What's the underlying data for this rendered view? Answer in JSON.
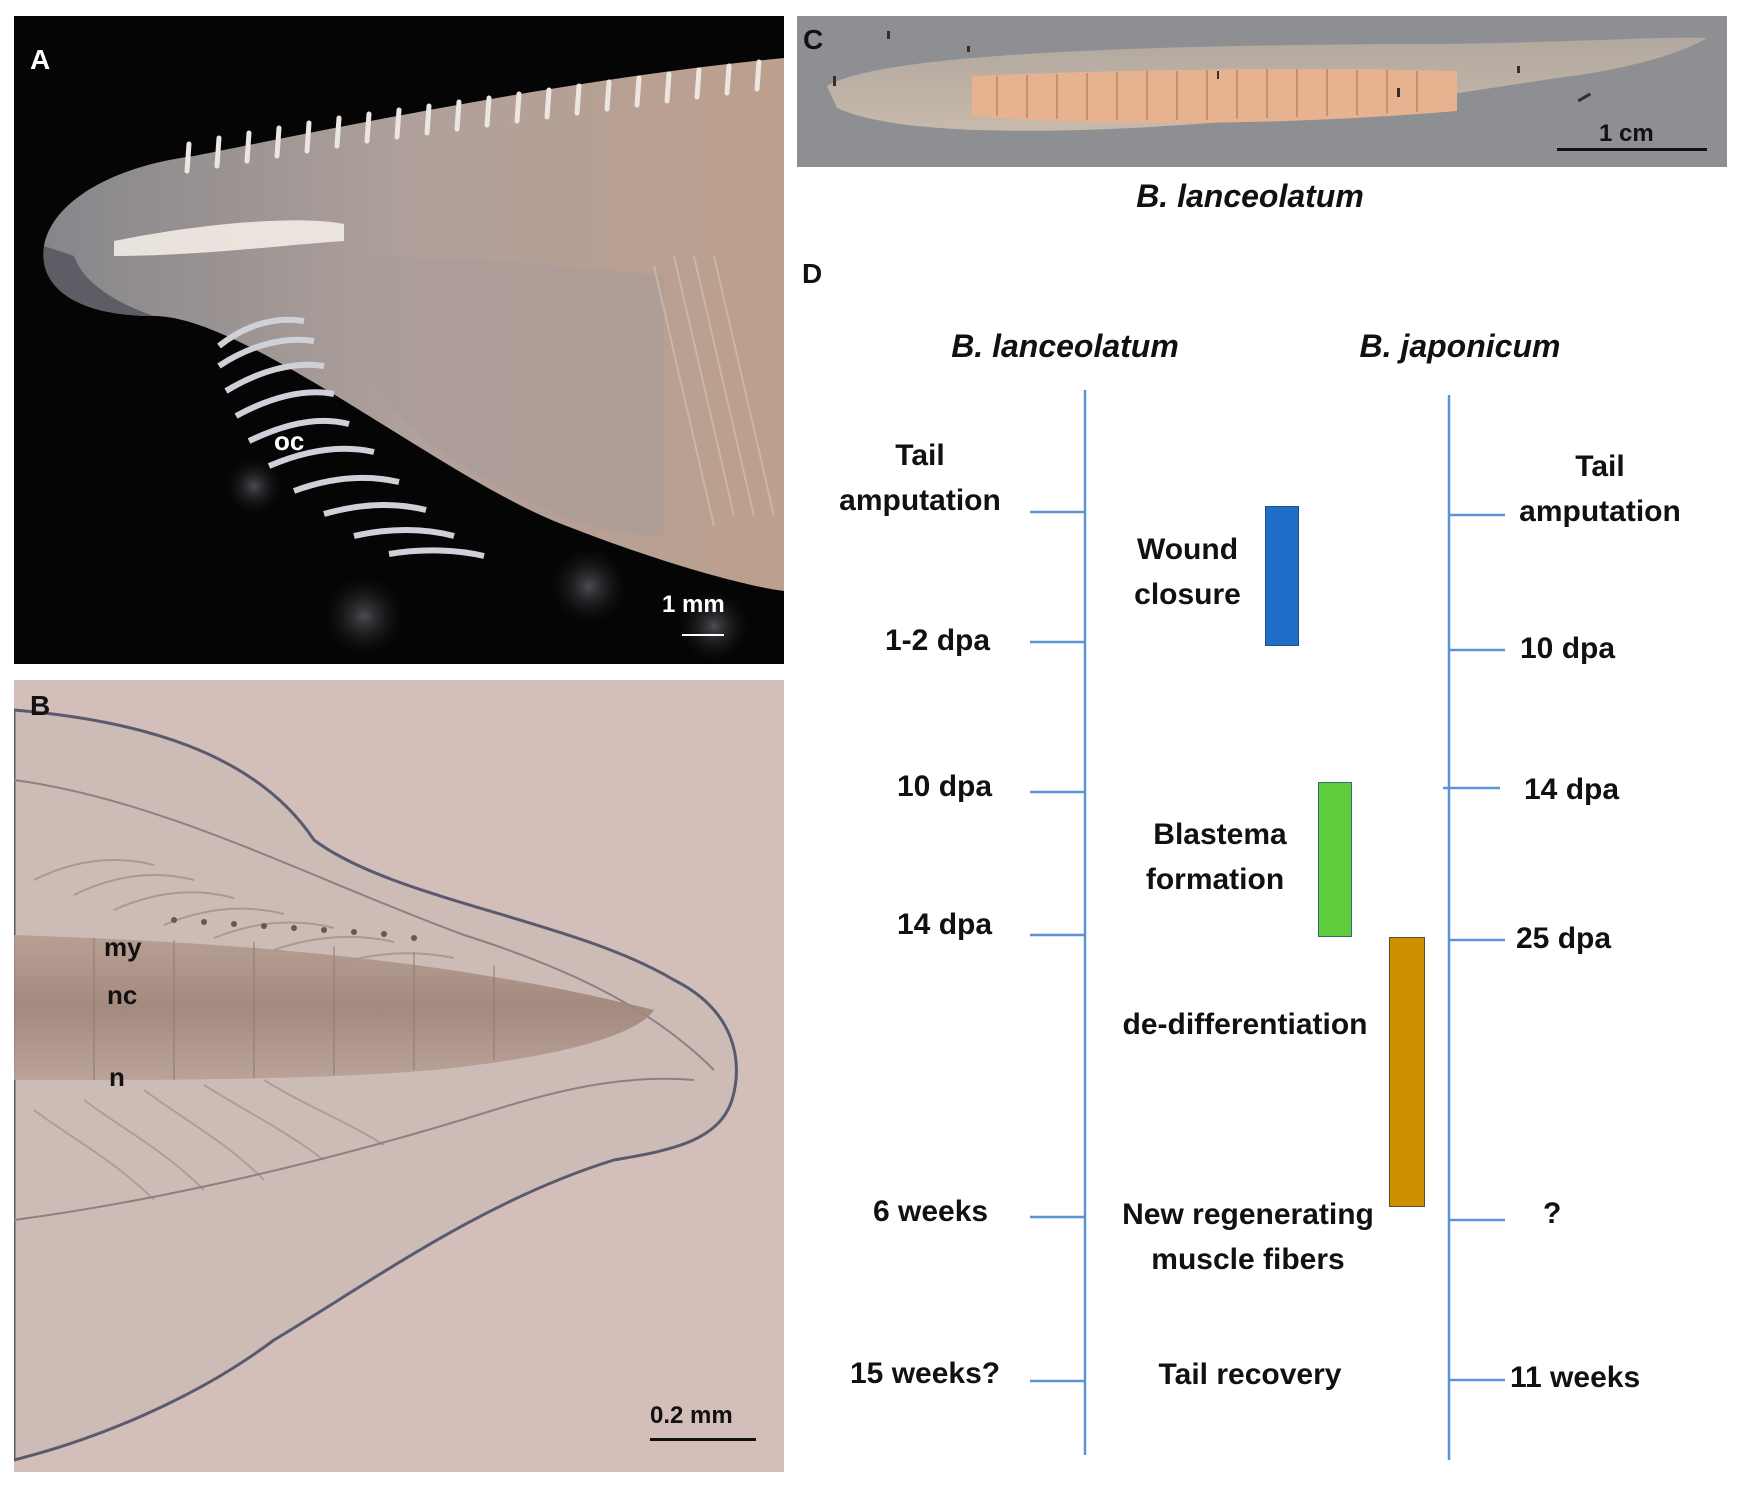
{
  "panels": {
    "a": {
      "label": "A",
      "oc_label": "oc",
      "scale": "1 mm"
    },
    "b": {
      "label": "B",
      "my_label": "my",
      "nc_label": "nc",
      "n_label": "n",
      "scale": "0.2 mm"
    },
    "c": {
      "label": "C",
      "scale": "1 cm",
      "species": "B. lanceolatum"
    }
  },
  "timeline": {
    "label": "D",
    "left_species": "B. lanceolatum",
    "right_species": "B. japonicum",
    "left_ticks": [
      "Tail",
      "amputation",
      "1-2 dpa",
      "10 dpa",
      "14 dpa",
      "6 weeks",
      "15 weeks?"
    ],
    "right_ticks": [
      "Tail",
      "amputation",
      "10 dpa",
      "14 dpa",
      "25 dpa",
      "?",
      "11 weeks"
    ],
    "events": {
      "wound_1": "Wound",
      "wound_2": "closure",
      "blastema_1": "Blastema",
      "blastema_2": "formation",
      "dediff": "de-differentiation",
      "muscle_1": "New regenerating",
      "muscle_2": "muscle fibers",
      "recovery": "Tail recovery"
    },
    "colors": {
      "axis": "#5b93d3",
      "wound": "#1f6fc8",
      "blastema": "#5fcd3c",
      "dediff": "#cf9000"
    }
  }
}
